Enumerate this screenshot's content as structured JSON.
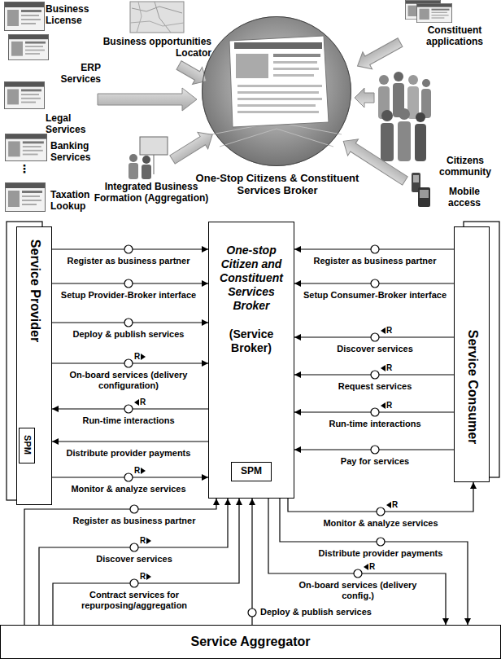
{
  "diagram": {
    "nodes": [
      {
        "text": [
          "One-Stop Citizens & Constituent Services Broker"
        ]
      },
      {
        "text": [
          "Service Provider"
        ]
      },
      {
        "text": [
          "SPM"
        ],
        "in": 1
      },
      {
        "text": [
          "One-stop Citizen and Constituent Services Broker",
          "(Service Broker)"
        ]
      },
      {
        "text": [
          "SPM"
        ],
        "in": 3
      },
      {
        "text": [
          "Service Consumer"
        ]
      },
      {
        "text": [
          "Service Aggregator"
        ]
      }
    ],
    "edges": [
      {
        "from": 1,
        "to": 3,
        "label": "Register as business partner",
        "arrow": "to"
      },
      {
        "from": 1,
        "to": 3,
        "label": "Setup Provider-Broker interface",
        "arrow": "to"
      },
      {
        "from": 1,
        "to": 3,
        "label": "Deploy & publish services",
        "arrow": "to"
      },
      {
        "from": 1,
        "to": 3,
        "label": "On-board services (delivery configuration)",
        "arrow": "to"
      },
      {
        "from": 3,
        "to": 1,
        "label": "Run-time interactions",
        "arrow": "to"
      },
      {
        "from": 3,
        "to": 1,
        "label": "Distribute provider payments",
        "arrow": "to"
      },
      {
        "from": 1,
        "to": 3,
        "label": "Monitor & analyze services",
        "arrow": "to"
      },
      {
        "from": 5,
        "to": 3,
        "label": "Register as business partner",
        "arrow": "to"
      },
      {
        "from": 5,
        "to": 3,
        "label": "Setup Consumer-Broker interface",
        "arrow": "to"
      },
      {
        "from": 5,
        "to": 3,
        "label": "Discover services",
        "arrow": "to"
      },
      {
        "from": 5,
        "to": 3,
        "label": "Request services",
        "arrow": "to"
      },
      {
        "from": 5,
        "to": 3,
        "label": "Run-time interactions",
        "arrow": "to"
      },
      {
        "from": 5,
        "to": 3,
        "label": "Pay for services",
        "arrow": "to"
      },
      {
        "from": 3,
        "to": 5,
        "label": "Monitor & analyze services",
        "arrow": "to"
      },
      {
        "from": 3,
        "to": 6,
        "label": "Distribute provider payments",
        "arrow": "to"
      },
      {
        "from": 3,
        "to": 6,
        "label": "On-board services (delivery config.)",
        "arrow": "to"
      },
      {
        "from": 6,
        "to": 3,
        "label": "Deploy & publish services",
        "arrow": "to"
      },
      {
        "from": 6,
        "to": 3,
        "label": "Register as business partner",
        "arrow": "to"
      },
      {
        "from": 6,
        "to": 3,
        "label": "Discover services",
        "arrow": "to"
      },
      {
        "from": 6,
        "to": 3,
        "label": "Contract services for repurposing/aggregation",
        "arrow": "to"
      }
    ],
    "labels": [
      "Business License",
      "ERP Services",
      "Legal Services",
      "Banking Services",
      "⋮",
      "Taxation Lookup",
      "Business opportunities Locator",
      "Integrated Business Formation (Aggregation)",
      "Constituent applications",
      "Citizens community",
      "Mobile access",
      "R",
      "R",
      "R",
      "R",
      "R",
      "R",
      "R",
      "R",
      "R",
      "R"
    ]
  }
}
